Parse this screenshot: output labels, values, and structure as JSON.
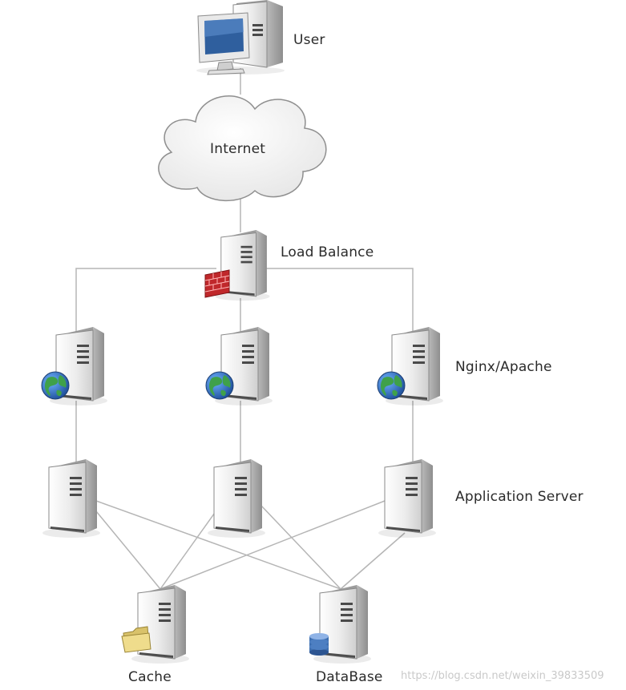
{
  "nodes": {
    "user": "User",
    "internet": "Internet",
    "load_balance": "Load Balance",
    "web_tier": "Nginx/Apache",
    "app_tier": "Application Server",
    "cache": "Cache",
    "database": "DataBase"
  },
  "watermark": "https://blog.csdn.net/weixin_39833509",
  "colors": {
    "connector": "#b5b5b5",
    "server_body": "#dcdcdc",
    "firewall": "#c0282b",
    "globe": "#2f74b5",
    "folder": "#efdc8c",
    "db_icon": "#3e6fb0"
  }
}
